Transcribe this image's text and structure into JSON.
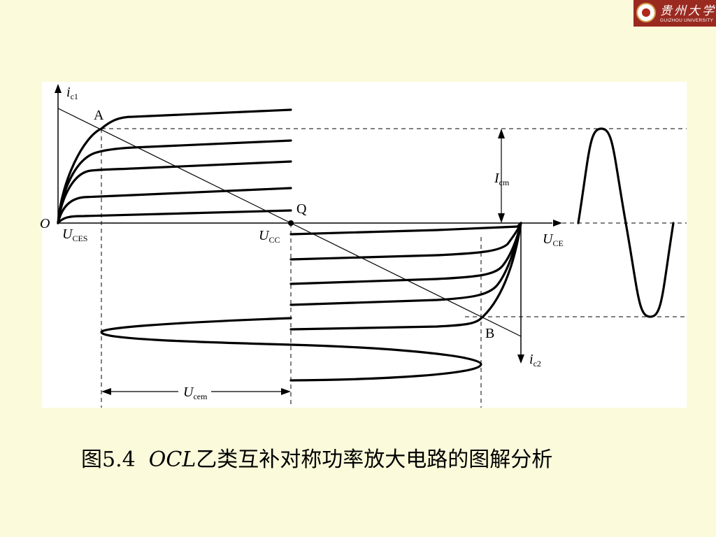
{
  "logo": {
    "name_cn": "贵州大学",
    "name_en": "GUIZHOU UNIVERSITY"
  },
  "labels": {
    "ic1_main": "i",
    "ic1_sub": "c1",
    "point_a": "A",
    "point_q": "Q",
    "point_b": "B",
    "origin": "O",
    "uces_main": "U",
    "uces_sub": "CES",
    "ucc_main": "U",
    "ucc_sub": "CC",
    "uce_main": "U",
    "uce_sub": "CE",
    "icm_main": "I",
    "icm_sub": "cm",
    "ic2_main": "i",
    "ic2_sub": "c2",
    "ucem_main": "U",
    "ucem_sub": "cem"
  },
  "caption": {
    "prefix": "图5.4  ",
    "ocl": "OCL",
    "title": "乙类互补对称功率放大电路的图解分析"
  }
}
